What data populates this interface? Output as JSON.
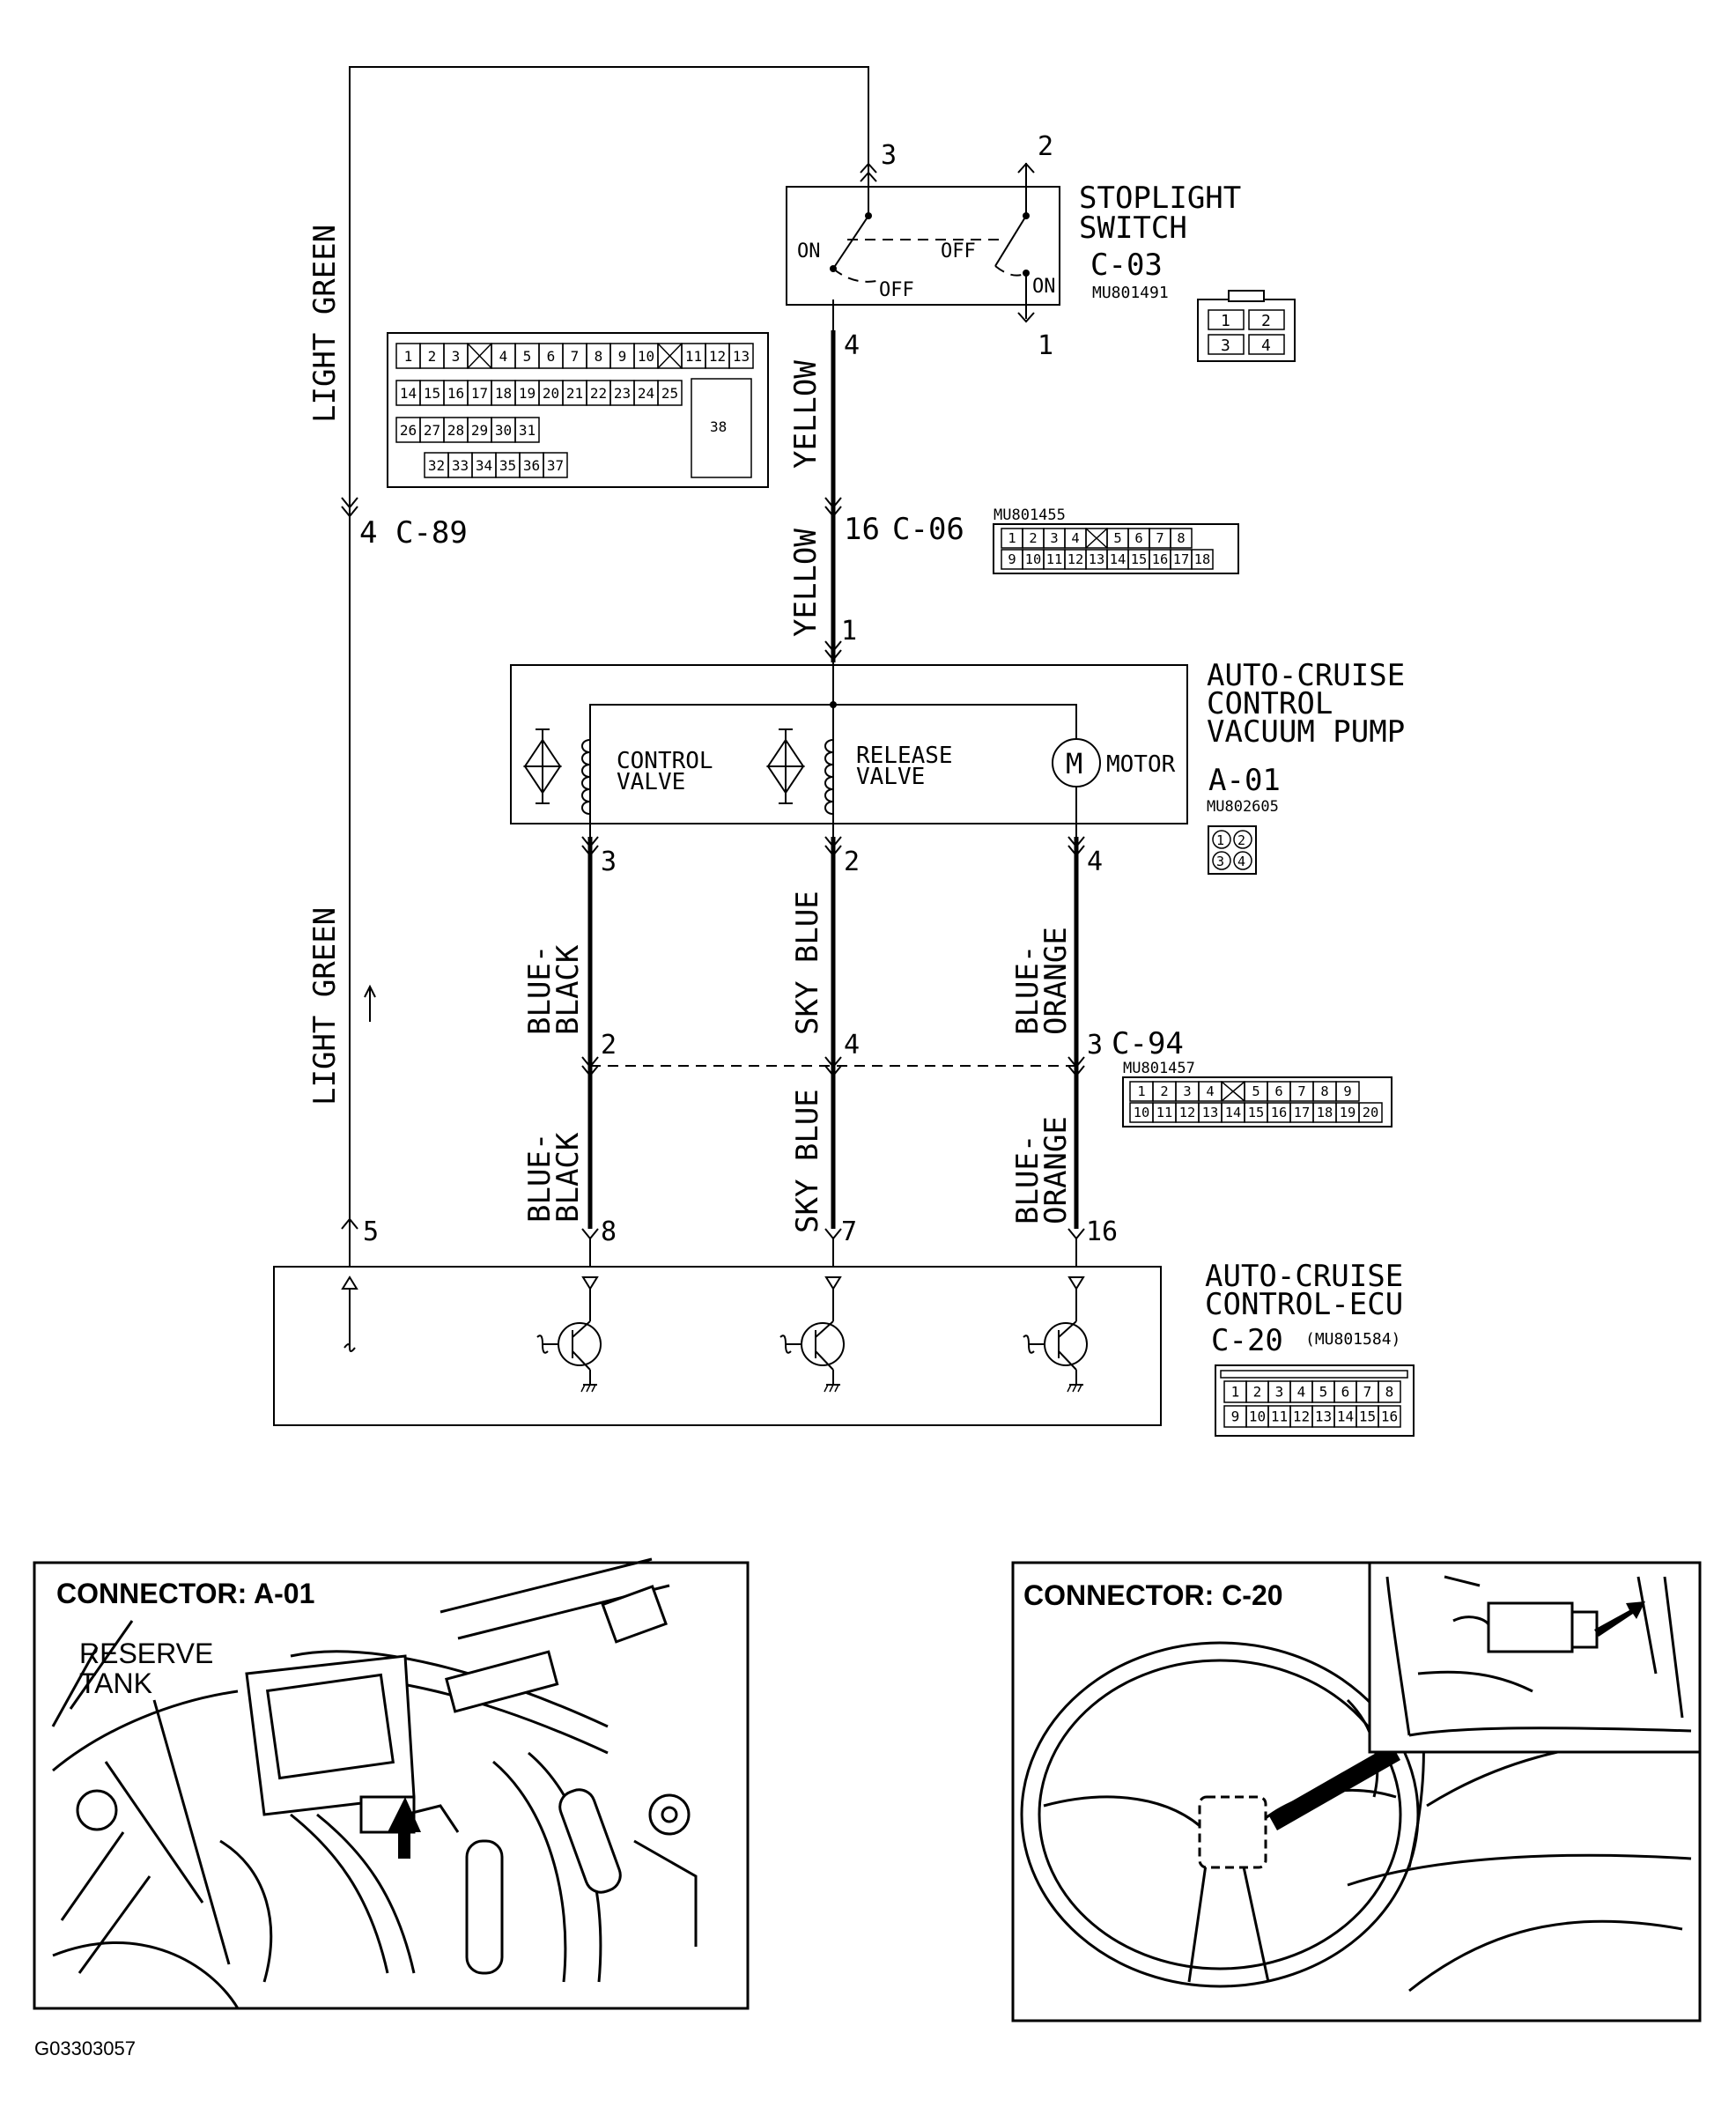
{
  "figure_id": "G03303057",
  "components": {
    "stoplight_switch": {
      "title_line1": "STOPLIGHT",
      "title_line2": "SWITCH",
      "connector": "C-03",
      "part_no": "MU801491",
      "state_on_left": "ON",
      "state_off_left": "OFF",
      "state_off_right": "OFF",
      "state_on_right": "ON",
      "pins": {
        "p1": "1",
        "p2": "2",
        "p3": "3",
        "p4": "4"
      }
    },
    "vacuum_pump": {
      "title_line1": "AUTO-CRUISE",
      "title_line2": "CONTROL",
      "title_line3": "VACUUM PUMP",
      "connector": "A-01",
      "part_no": "MU802605",
      "control_valve_line1": "CONTROL",
      "control_valve_line2": "VALVE",
      "release_valve_line1": "RELEASE",
      "release_valve_line2": "VALVE",
      "motor": "MOTOR",
      "motor_symbol": "M",
      "pins": {
        "p1": "1",
        "p2": "2",
        "p3": "3",
        "p4": "4"
      }
    },
    "ecu": {
      "title_line1": "AUTO-CRUISE",
      "title_line2": "CONTROL-ECU",
      "connector": "C-20",
      "part_no": "(MU801584)",
      "pins": {
        "p5": "5",
        "p7": "7",
        "p8": "8",
        "p16": "16"
      }
    }
  },
  "junctions": {
    "c89": {
      "pin": "4",
      "label": "C-89"
    },
    "c06": {
      "pin_top": "16",
      "label": "C-06",
      "part_no": "MU801455",
      "pin_bottom": "1"
    },
    "c94": {
      "label": "C-94",
      "part_no": "MU801457",
      "pin_left": "2",
      "pin_mid": "4",
      "pin_right": "3"
    }
  },
  "wires": {
    "light_green": "LIGHT GREEN",
    "yellow": "YELLOW",
    "blue_black_l1": "BLUE-",
    "blue_black_l2": "BLACK",
    "sky_blue": "SKY BLUE",
    "blue_orange_l1": "BLUE-",
    "blue_orange_l2": "ORANGE"
  },
  "connector_faces": {
    "c89": {
      "row1": [
        "1",
        "2",
        "3",
        "",
        "4",
        "5",
        "6",
        "7",
        "8",
        "9",
        "10",
        "",
        "11",
        "12",
        "13"
      ],
      "row2": [
        "14",
        "15",
        "16",
        "17",
        "18",
        "19",
        "20",
        "21",
        "22",
        "23",
        "24",
        "25"
      ],
      "row3": [
        "26",
        "27",
        "28",
        "29",
        "30",
        "31"
      ],
      "row4": [
        "32",
        "33",
        "34",
        "35",
        "36",
        "37"
      ],
      "big": "38"
    },
    "c03": {
      "pins": [
        "1",
        "2",
        "3",
        "4"
      ]
    },
    "c06": {
      "row1": [
        "1",
        "2",
        "3",
        "4",
        "",
        "5",
        "6",
        "7",
        "8"
      ],
      "row2": [
        "9",
        "10",
        "11",
        "12",
        "13",
        "14",
        "15",
        "16",
        "17",
        "18"
      ]
    },
    "a01": {
      "pins": [
        "1",
        "2",
        "3",
        "4"
      ]
    },
    "c94": {
      "row1": [
        "1",
        "2",
        "3",
        "4",
        "",
        "5",
        "6",
        "7",
        "8",
        "9"
      ],
      "row2": [
        "10",
        "11",
        "12",
        "13",
        "14",
        "15",
        "16",
        "17",
        "18",
        "19",
        "20"
      ]
    },
    "c20": {
      "row1": [
        "1",
        "2",
        "3",
        "4",
        "5",
        "6",
        "7",
        "8"
      ],
      "row2": [
        "9",
        "10",
        "11",
        "12",
        "13",
        "14",
        "15",
        "16"
      ]
    }
  },
  "photos": {
    "a01": {
      "heading": "CONNECTOR: A-01",
      "callout_line1": "RESERVE",
      "callout_line2": "TANK"
    },
    "c20": {
      "heading": "CONNECTOR: C-20"
    }
  }
}
